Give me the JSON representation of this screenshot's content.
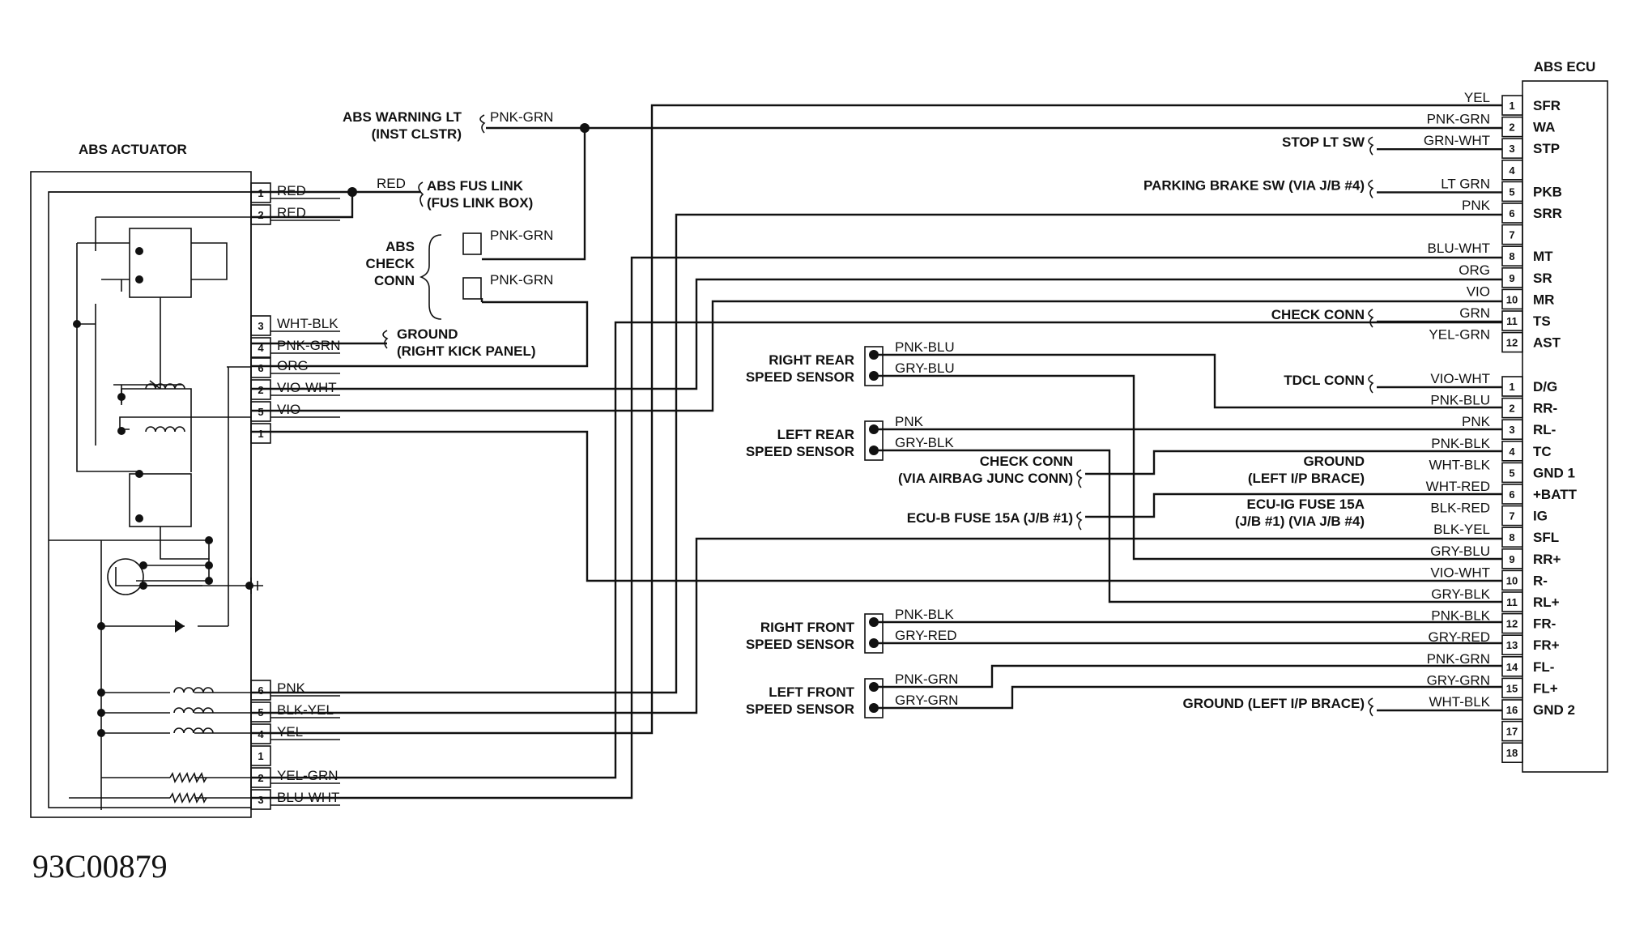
{
  "figure_id": "93C00879",
  "actuator": {
    "title": "ABS ACTUATOR",
    "pins_top": [
      {
        "pin": "1",
        "wire": "RED"
      },
      {
        "pin": "2",
        "wire": "RED"
      }
    ],
    "pins_mid_a": [
      {
        "pin": "3",
        "wire": "WHT-BLK"
      },
      {
        "pin": "4",
        "wire": "PNK-GRN"
      }
    ],
    "pins_mid_b": [
      {
        "pin": "6",
        "wire": "ORG"
      },
      {
        "pin": "2",
        "wire": "VIO-WHT"
      },
      {
        "pin": "5",
        "wire": "VIO"
      },
      {
        "pin": "1",
        "wire": ""
      }
    ],
    "pins_bottom": [
      {
        "pin": "6",
        "wire": "PNK"
      },
      {
        "pin": "5",
        "wire": "BLK-YEL"
      },
      {
        "pin": "4",
        "wire": "YEL"
      },
      {
        "pin": "1",
        "wire": ""
      },
      {
        "pin": "2",
        "wire": "YEL-GRN"
      },
      {
        "pin": "3",
        "wire": "BLU-WHT"
      }
    ]
  },
  "top_labels": {
    "warning_lt_1": "ABS WARNING LT",
    "warning_lt_2": "(INST CLSTR)",
    "warning_wire": "PNK-GRN",
    "red_wire": "RED",
    "fus_link_1": "ABS FUS LINK",
    "fus_link_2": "(FUS LINK BOX)",
    "check_1": "ABS",
    "check_2": "CHECK",
    "check_3": "CONN",
    "check_wire_a": "PNK-GRN",
    "check_wire_b": "PNK-GRN",
    "ground_1": "GROUND",
    "ground_2": "(RIGHT KICK PANEL)"
  },
  "sensors": {
    "right_rear": {
      "line1": "RIGHT REAR",
      "line2": "SPEED SENSOR",
      "wire_a": "PNK-BLU",
      "wire_b": "GRY-BLU"
    },
    "left_rear": {
      "line1": "LEFT REAR",
      "line2": "SPEED SENSOR",
      "wire_a": "PNK",
      "wire_b": "GRY-BLK"
    },
    "right_front": {
      "line1": "RIGHT FRONT",
      "line2": "SPEED SENSOR",
      "wire_a": "PNK-BLK",
      "wire_b": "GRY-RED"
    },
    "left_front": {
      "line1": "LEFT FRONT",
      "line2": "SPEED SENSOR",
      "wire_a": "PNK-GRN",
      "wire_b": "GRY-GRN"
    }
  },
  "mid_labels": {
    "check_conn_1": "CHECK CONN",
    "check_conn_2": "(VIA AIRBAG JUNC CONN)",
    "ecu_b_fuse": "ECU-B FUSE 15A (J/B #1)"
  },
  "ecu": {
    "title": "ABS ECU",
    "connector_a": [
      {
        "pin": "1",
        "wire": "YEL",
        "term": "SFR",
        "ext": ""
      },
      {
        "pin": "2",
        "wire": "PNK-GRN",
        "term": "WA",
        "ext": ""
      },
      {
        "pin": "3",
        "wire": "GRN-WHT",
        "term": "STP",
        "ext": "STOP LT SW"
      },
      {
        "pin": "4",
        "wire": "",
        "term": "",
        "ext": ""
      },
      {
        "pin": "5",
        "wire": "LT GRN",
        "term": "PKB",
        "ext": "PARKING BRAKE SW (VIA J/B #4)"
      },
      {
        "pin": "6",
        "wire": "PNK",
        "term": "SRR",
        "ext": ""
      },
      {
        "pin": "7",
        "wire": "",
        "term": "",
        "ext": ""
      },
      {
        "pin": "8",
        "wire": "BLU-WHT",
        "term": "MT",
        "ext": ""
      },
      {
        "pin": "9",
        "wire": "ORG",
        "term": "SR",
        "ext": ""
      },
      {
        "pin": "10",
        "wire": "VIO",
        "term": "MR",
        "ext": ""
      },
      {
        "pin": "11",
        "wire": "GRN",
        "term": "TS",
        "ext": "CHECK CONN"
      },
      {
        "pin": "12",
        "wire": "YEL-GRN",
        "term": "AST",
        "ext": ""
      }
    ],
    "connector_b": [
      {
        "pin": "1",
        "wire": "VIO-WHT",
        "term": "D/G",
        "ext": "TDCL CONN"
      },
      {
        "pin": "2",
        "wire": "PNK-BLU",
        "term": "RR-",
        "ext": ""
      },
      {
        "pin": "3",
        "wire": "PNK",
        "term": "RL-",
        "ext": ""
      },
      {
        "pin": "4",
        "wire": "PNK-BLK",
        "term": "TC",
        "ext": ""
      },
      {
        "pin": "5",
        "wire": "WHT-BLK",
        "term": "GND 1",
        "ext": ""
      },
      {
        "pin": "6",
        "wire": "WHT-RED",
        "term": "+BATT",
        "ext": ""
      },
      {
        "pin": "7",
        "wire": "BLK-RED",
        "term": "IG",
        "ext": ""
      },
      {
        "pin": "8",
        "wire": "BLK-YEL",
        "term": "SFL",
        "ext": ""
      },
      {
        "pin": "9",
        "wire": "GRY-BLU",
        "term": "RR+",
        "ext": ""
      },
      {
        "pin": "10",
        "wire": "VIO-WHT",
        "term": "R-",
        "ext": ""
      },
      {
        "pin": "11",
        "wire": "GRY-BLK",
        "term": "RL+",
        "ext": ""
      },
      {
        "pin": "12",
        "wire": "PNK-BLK",
        "term": "FR-",
        "ext": ""
      },
      {
        "pin": "13",
        "wire": "GRY-RED",
        "term": "FR+",
        "ext": ""
      },
      {
        "pin": "14",
        "wire": "PNK-GRN",
        "term": "FL-",
        "ext": ""
      },
      {
        "pin": "15",
        "wire": "GRY-GRN",
        "term": "FL+",
        "ext": ""
      },
      {
        "pin": "16",
        "wire": "WHT-BLK",
        "term": "GND 2",
        "ext": "GROUND (LEFT I/P BRACE)"
      },
      {
        "pin": "17",
        "wire": "",
        "term": "",
        "ext": ""
      },
      {
        "pin": "18",
        "wire": "",
        "term": "",
        "ext": ""
      }
    ],
    "gnd_brace_1": "GROUND",
    "gnd_brace_2": "(LEFT I/P BRACE)",
    "ecu_ig_1": "ECU-IG FUSE 15A",
    "ecu_ig_2": "(J/B #1) (VIA J/B #4)"
  }
}
